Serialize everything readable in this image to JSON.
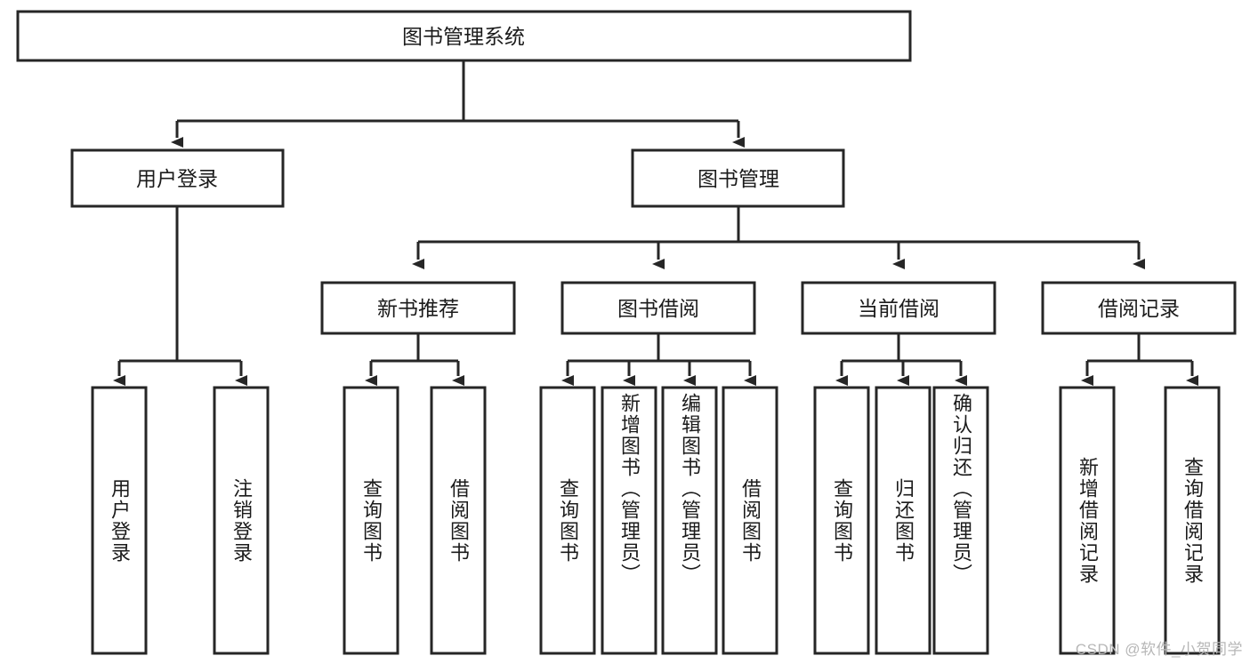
{
  "diagram": {
    "title": "图书管理系统",
    "type": "hierarchy-tree",
    "watermark": "CSDN @软件_小贺同学",
    "colors": {
      "stroke": "#262626",
      "fill": "#ffffff",
      "text": "#1b1b1b",
      "watermark": "#b7b7b7"
    },
    "root": {
      "label": "图书管理系统"
    },
    "level2": [
      {
        "label": "用户登录"
      },
      {
        "label": "图书管理"
      }
    ],
    "level3": [
      {
        "label": "新书推荐"
      },
      {
        "label": "图书借阅"
      },
      {
        "label": "当前借阅"
      },
      {
        "label": "借阅记录"
      }
    ],
    "leaves": {
      "user_login": [
        {
          "label": "用户登录"
        },
        {
          "label": "注销登录"
        }
      ],
      "new_book": [
        {
          "label": "查询图书"
        },
        {
          "label": "借阅图书"
        }
      ],
      "book_borrow": [
        {
          "label": "查询图书"
        },
        {
          "label": "新增图书（管理员）"
        },
        {
          "label": "编辑图书（管理员）"
        },
        {
          "label": "借阅图书"
        }
      ],
      "current_borrow": [
        {
          "label": "查询图书"
        },
        {
          "label": "归还图书"
        },
        {
          "label": "确认归还（管理员）"
        }
      ],
      "borrow_record": [
        {
          "label": "新增借阅记录"
        },
        {
          "label": "查询借阅记录"
        }
      ]
    }
  }
}
